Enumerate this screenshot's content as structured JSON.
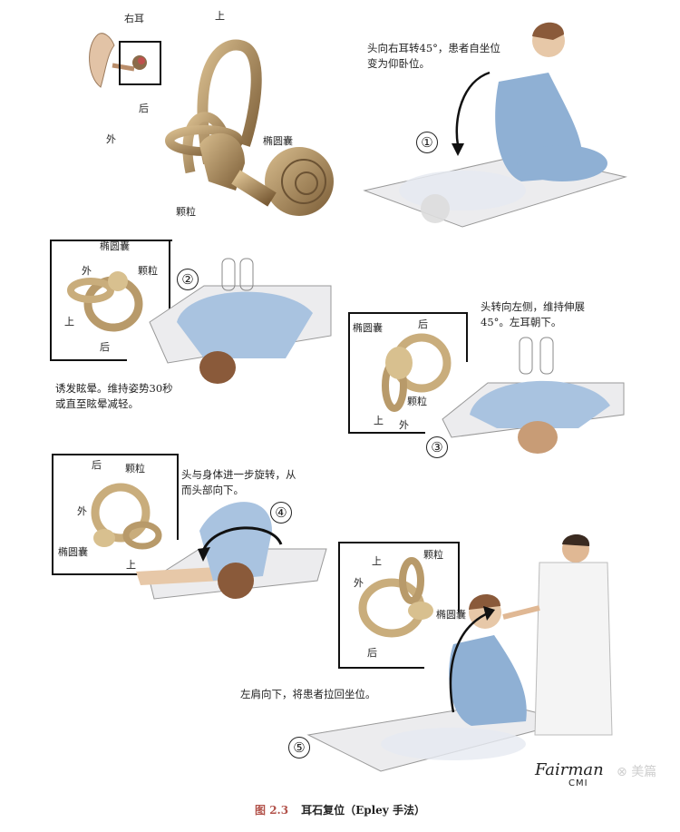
{
  "panel_top": {
    "inset_label": "右耳",
    "labels": {
      "superior": "上",
      "posterior": "后",
      "lateral": "外",
      "utricle": "椭圆囊",
      "otoconia": "颗粒"
    }
  },
  "steps": [
    {
      "number": "①",
      "caption": [
        "头向右耳转45°，患者自坐位",
        "变为仰卧位。"
      ]
    },
    {
      "number": "②",
      "caption": [
        "诱发眩晕。维持姿势30秒",
        "或直至眩晕减轻。"
      ],
      "labels": {
        "utricle": "椭圆囊",
        "lateral": "外",
        "otoconia": "颗粒",
        "superior": "上",
        "posterior": "后"
      }
    },
    {
      "number": "③",
      "caption": [
        "头转向左侧，维持伸展",
        "45°。左耳朝下。"
      ],
      "labels": {
        "utricle": "椭圆囊",
        "posterior": "后",
        "otoconia": "颗粒",
        "superior": "上",
        "lateral": "外"
      }
    },
    {
      "number": "④",
      "caption": [
        "头与身体进一步旋转，从",
        "而头部向下。"
      ],
      "labels": {
        "posterior": "后",
        "otoconia": "颗粒",
        "lateral": "外",
        "utricle": "椭圆囊",
        "superior": "上"
      }
    },
    {
      "number": "⑤",
      "caption": [
        "左肩向下，将患者拉回坐位。"
      ],
      "labels": {
        "superior": "上",
        "otoconia": "颗粒",
        "lateral": "外",
        "utricle": "椭圆囊",
        "posterior": "后"
      }
    }
  ],
  "figure_caption": {
    "number": "图 2.3",
    "title": "耳石复位（Epley 手法）"
  },
  "signature": {
    "name": "Fairman",
    "credential": "CMI"
  },
  "watermark": "美篇",
  "colors": {
    "bone": "#b89a6a",
    "bone_dark": "#6b5233",
    "gown": "#8fb0d4",
    "skin": "#e7c8a8",
    "hair": "#8a5a3a",
    "table": "#e9e9ec",
    "caption_red": "#b2524a"
  }
}
